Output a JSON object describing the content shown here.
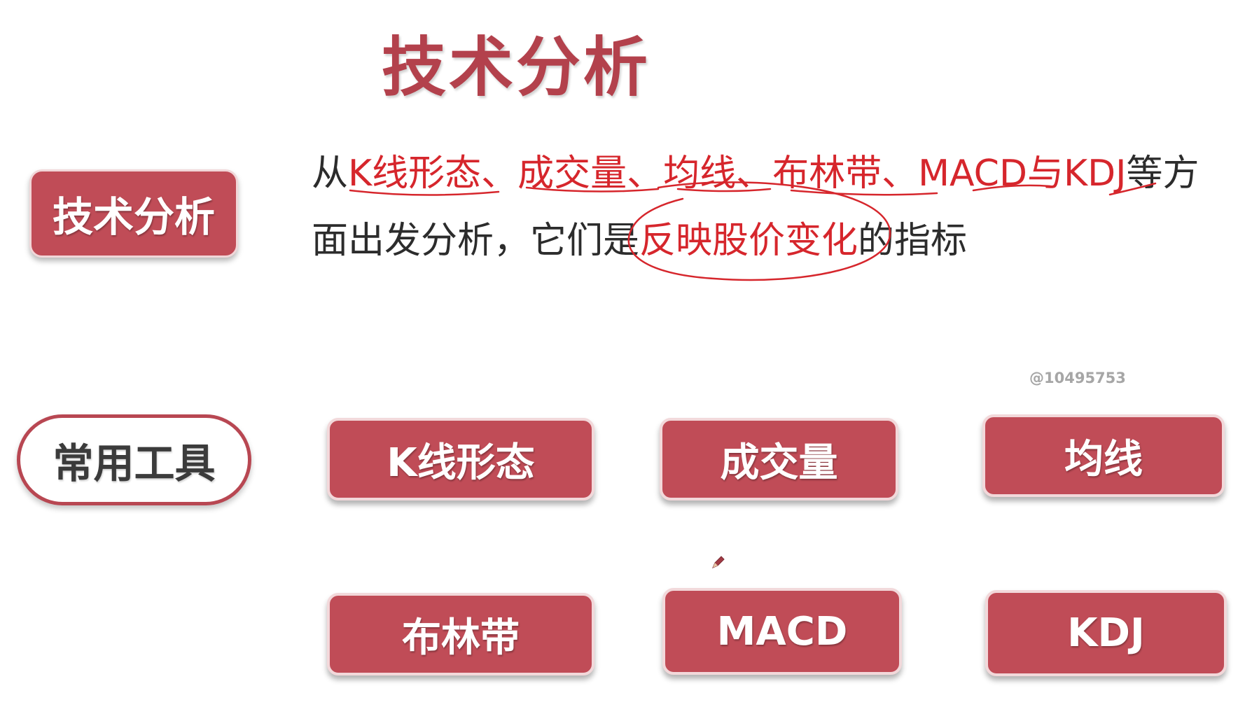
{
  "title": "技术分析",
  "sidebar": {
    "technical_label": "技术分析",
    "tools_label": "常用工具"
  },
  "description": {
    "line1": [
      {
        "text": "从",
        "highlight": false
      },
      {
        "text": "K线形态、成交量、均线、布林带、MACD与KDJ",
        "highlight": true
      },
      {
        "text": "等方",
        "highlight": false
      }
    ],
    "line2": [
      {
        "text": "面出发分析，它们是",
        "highlight": false
      },
      {
        "text": "反映股价变化",
        "highlight": true
      },
      {
        "text": "的指标",
        "highlight": false
      }
    ]
  },
  "watermark": "@10495753",
  "tools": [
    "K线形态",
    "成交量",
    "均线",
    "布林带",
    "MACD",
    "KDJ"
  ],
  "colors": {
    "primary": "#c04c57",
    "title": "#b3414c",
    "highlight": "#d6262c",
    "text": "#2c2c2c"
  },
  "icons": [
    "pencil-icon"
  ]
}
